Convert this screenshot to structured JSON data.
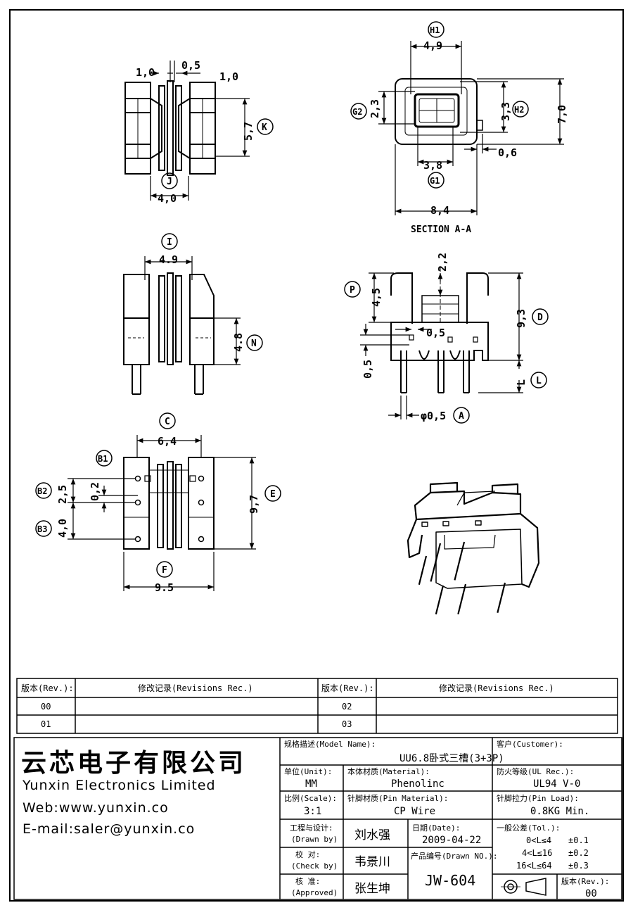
{
  "drawing": {
    "dimensions": {
      "top_left": {
        "d1": "1,0",
        "d2": "0,5",
        "d3": "1,0",
        "d4": "5,7",
        "d5": "4,0"
      },
      "section": {
        "width_top": "4,9",
        "h_left": "2,3",
        "h_right": "3,3",
        "h_total": "7,0",
        "pin_offset": "0,6",
        "width_inner": "3,8",
        "width_total": "8,4"
      },
      "middle_left": {
        "width": "4.9",
        "height": "4.8"
      },
      "side": {
        "top": "2,2",
        "left": "4,5",
        "pin_gap": "0,5",
        "height": "9,3",
        "pin_step": "0,5",
        "pin_dia": "φ0,5"
      },
      "bottom": {
        "width_top": "6,4",
        "b2": "2,5",
        "b2s": "0,2",
        "b3": "4,0",
        "height": "9,7",
        "width_total": "9.5"
      }
    },
    "labels": {
      "H1": "H1",
      "H2": "H2",
      "G1": "G1",
      "G2": "G2",
      "K": "K",
      "J": "J",
      "I": "I",
      "N": "N",
      "P": "P",
      "D": "D",
      "L": "L",
      "A": "A",
      "C": "C",
      "B1": "B1",
      "B2": "B2",
      "B3": "B3",
      "E": "E",
      "F": "F",
      "L_letter": "L"
    },
    "section_caption": "SECTION A-A"
  },
  "revisions": {
    "head_rev": "版本(Rev.):",
    "head_rec": "修改记录(Revisions Rec.)",
    "rows": [
      {
        "left_rev": "00",
        "right_rev": "02"
      },
      {
        "left_rev": "01",
        "right_rev": "03"
      }
    ]
  },
  "company": {
    "name_cn": "云芯电子有限公司",
    "name_en": "Yunxin Electronics Limited",
    "web": "Web:www.yunxin.co",
    "email": "E-mail:saler@yunxin.co"
  },
  "title_block": {
    "model_label": "规格描述(Model Name):",
    "model_value": "UU6.8卧式三槽(3+3P)",
    "customer_label": "客户(Customer):",
    "unit_label": "单位(Unit):",
    "unit_value": "MM",
    "material_label": "本体材质(Material):",
    "material_value": "Phenolinc",
    "ul_label": "防火等级(UL Rec.):",
    "ul_value": "UL94 V-0",
    "scale_label": "比例(Scale):",
    "scale_value": "3:1",
    "pin_mat_label": "针脚材质(Pin Material):",
    "pin_mat_value": "CP Wire",
    "pin_load_label": "针脚拉力(Pin Load):",
    "pin_load_value": "0.8KG Min.",
    "drawn_label_cn": "工程与设计:",
    "drawn_label_en": "(Drawn by)",
    "drawn_value": "刘水强",
    "check_label_cn": "校  对:",
    "check_label_en": "(Check by)",
    "check_value": "韦景川",
    "approved_label_cn": "核  准:",
    "approved_label_en": "(Approved)",
    "approved_value": "张生坤",
    "date_label": "日期(Date):",
    "date_value": "2009-04-22",
    "drawn_no_label": "产品编号(Drawn NO.):",
    "drawn_no_value": "JW-604",
    "tol_label": "一般公差(Tol.):",
    "tol_rows": [
      {
        "range": "0<L≤4",
        "value": "±0.1"
      },
      {
        "range": "4<L≤16",
        "value": "±0.2"
      },
      {
        "range": "16<L≤64",
        "value": "±0.3"
      }
    ],
    "rev_label": "版本(Rev.):",
    "rev_value": "00"
  }
}
